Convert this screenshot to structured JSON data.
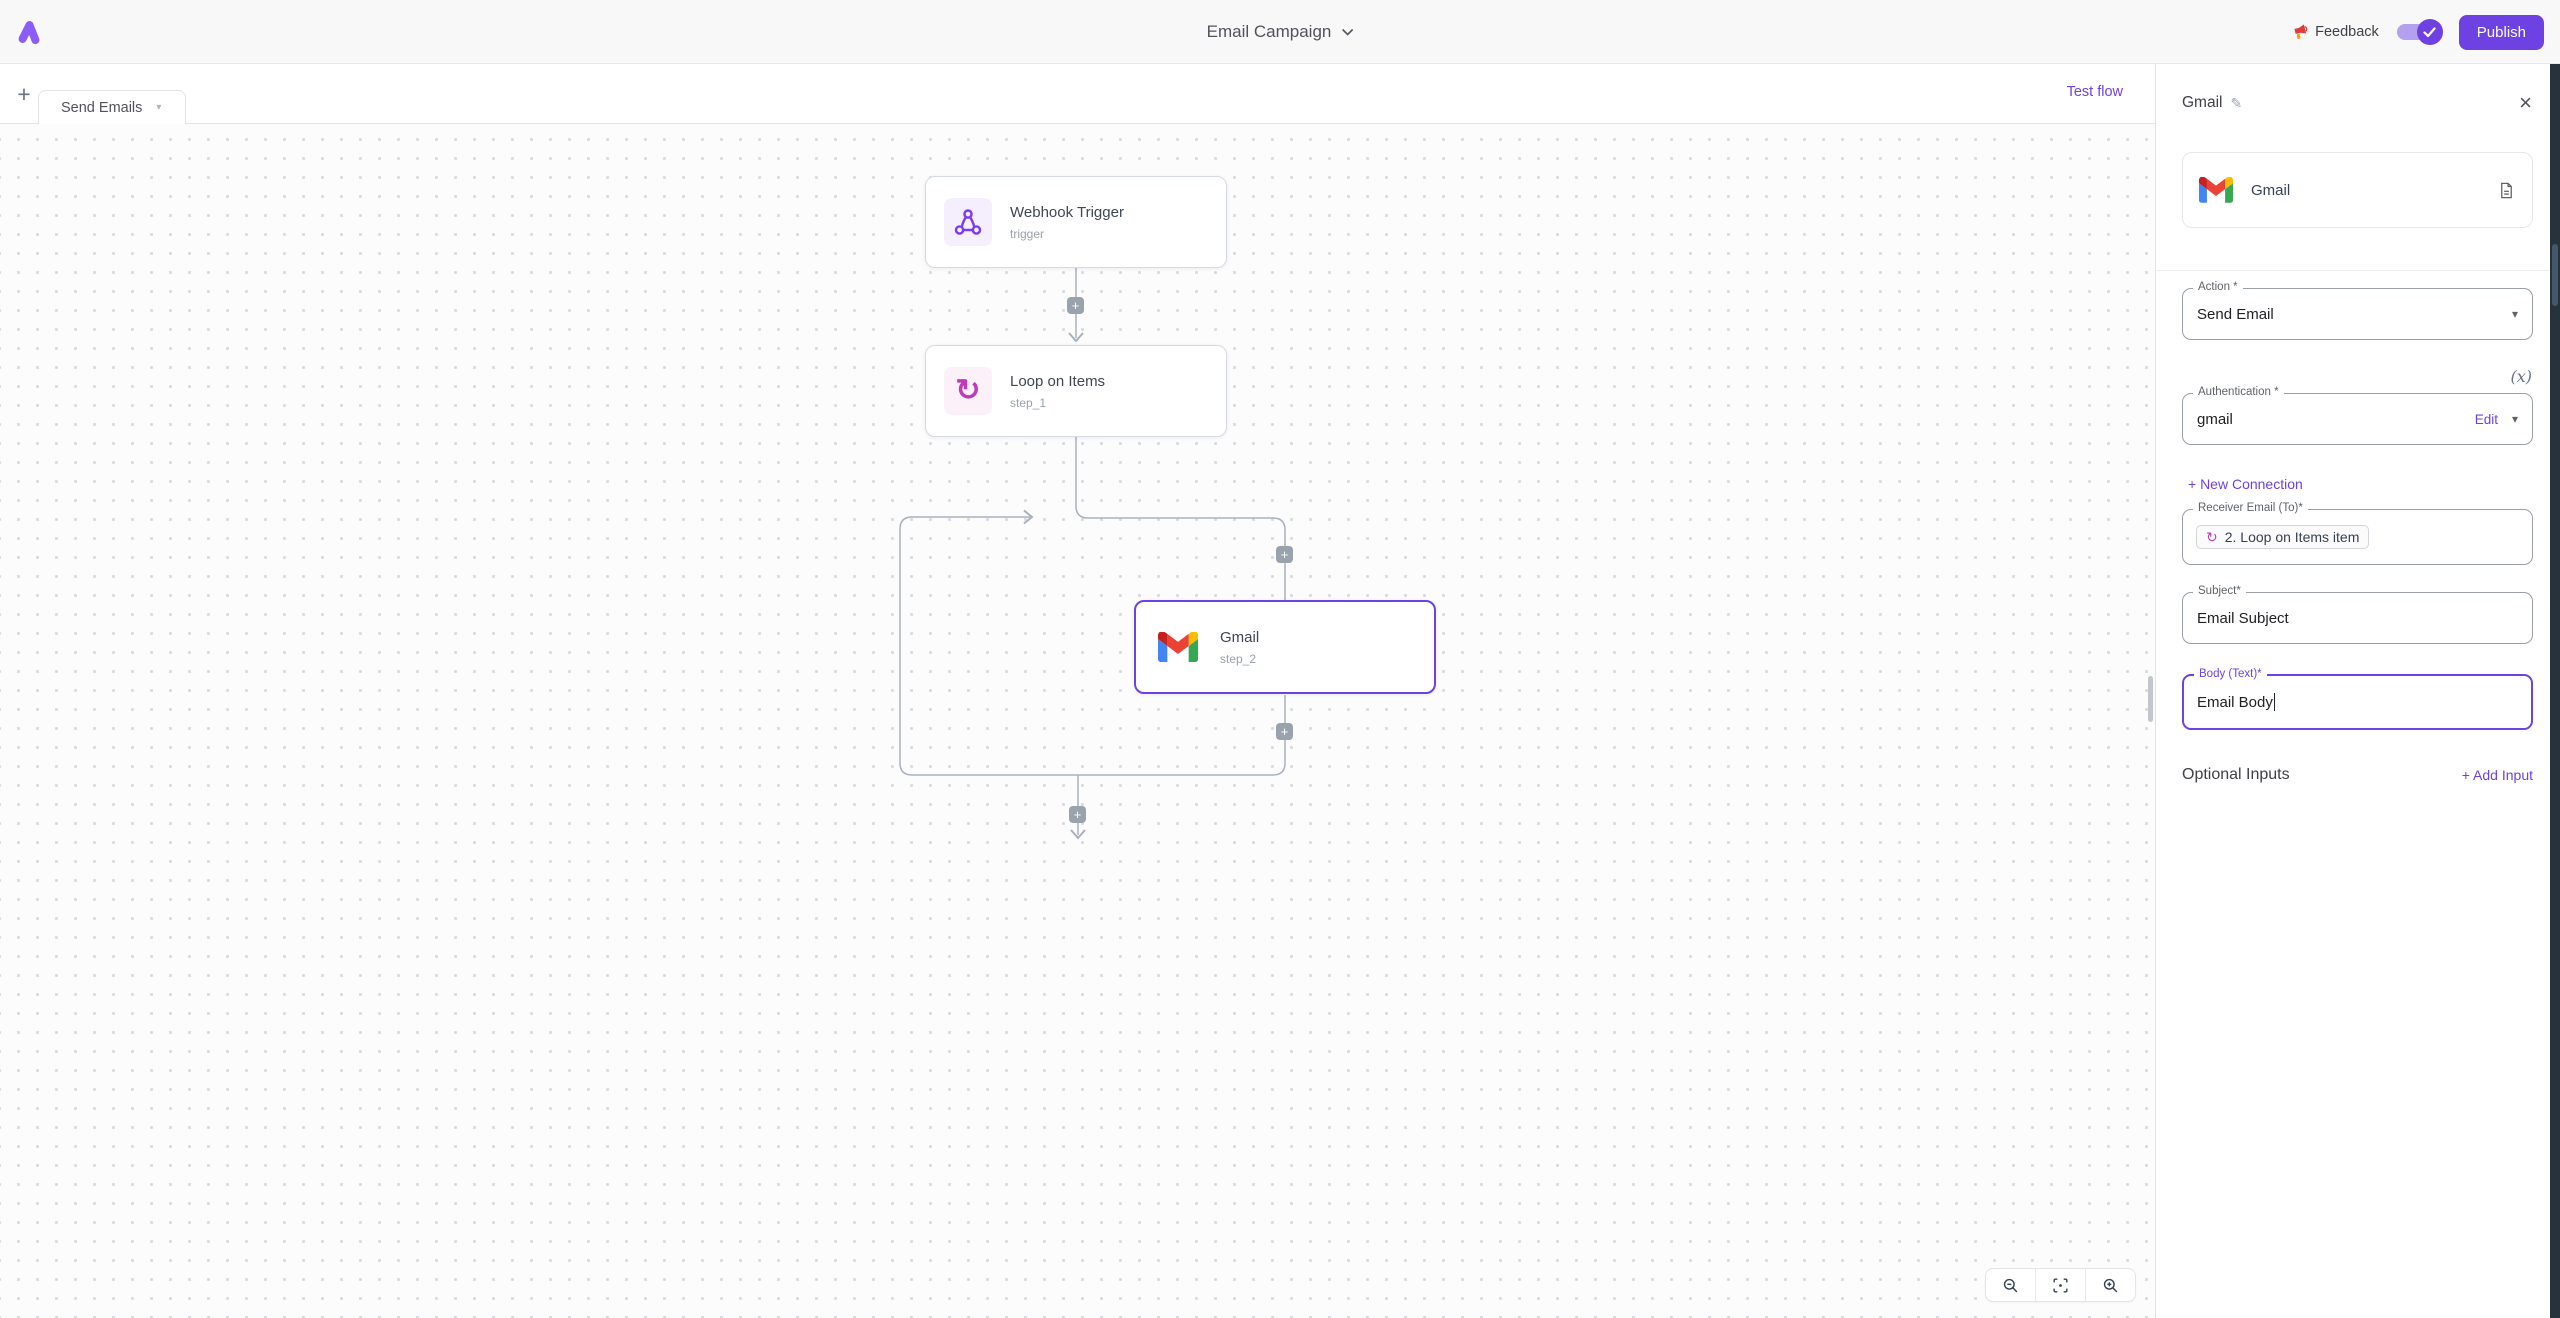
{
  "header": {
    "title": "Email Campaign",
    "feedback_label": "Feedback",
    "publish_label": "Publish"
  },
  "toolbar": {
    "tab_label": "Send Emails",
    "test_flow_label": "Test flow"
  },
  "canvas": {
    "nodes": [
      {
        "title": "Webhook Trigger",
        "subtitle": "trigger"
      },
      {
        "title": "Loop on Items",
        "subtitle": "step_1"
      },
      {
        "title": "Gmail",
        "subtitle": "step_2"
      }
    ]
  },
  "panel": {
    "title": "Gmail",
    "card_title": "Gmail",
    "action": {
      "label": "Action *",
      "value": "Send Email"
    },
    "variable_icon": "(x)",
    "auth": {
      "label": "Authentication *",
      "value": "gmail",
      "edit_label": "Edit"
    },
    "new_connection_label": "+ New Connection",
    "receiver": {
      "label": "Receiver Email (To)*",
      "chip": "2. Loop on Items item"
    },
    "subject": {
      "label": "Subject*",
      "value": "Email Subject"
    },
    "body": {
      "label": "Body (Text)*",
      "value": "Email Body"
    },
    "optional_inputs_label": "Optional Inputs",
    "add_input_label": "+ Add Input"
  },
  "glyphs": {
    "plus": "+",
    "caret_down": "▾",
    "loop": "↻",
    "close": "×",
    "pencil": "✎"
  },
  "colors": {
    "accent": "#6e41e2",
    "connector": "#a9b1bc",
    "webhook_icon": "#7c3aed",
    "loop_icon": "#bd3cb7",
    "feedback_icon": "#e23b3b"
  }
}
